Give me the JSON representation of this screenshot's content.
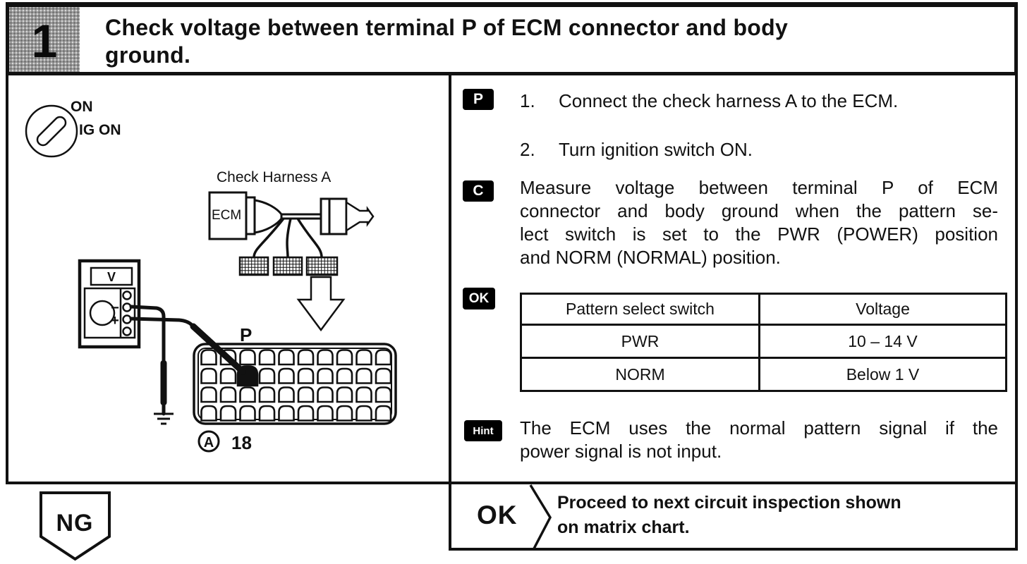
{
  "header": {
    "step_number": "1",
    "title_line1": "Check voltage between terminal P of ECM connector and body",
    "title_line2": "ground."
  },
  "diagram": {
    "ignition": {
      "label_on": "ON",
      "label_ig_on": "IG ON"
    },
    "harness_label": "Check Harness A",
    "ecm_label": "ECM",
    "meter": {
      "display": "V",
      "minus": "−",
      "plus": "+"
    },
    "connector": {
      "terminal_label": "P",
      "connector_id": "A",
      "terminal_number": "18",
      "rows": 4,
      "cols": 10,
      "highlighted": {
        "row": 2,
        "col": 3
      }
    }
  },
  "procedure": {
    "p_badge": "P",
    "steps": [
      {
        "num": "1.",
        "text": "Connect the check harness A to the ECM."
      },
      {
        "num": "2.",
        "text": "Turn ignition switch ON."
      }
    ],
    "c_badge": "C",
    "c_lines": [
      "Measure voltage between terminal P of ECM",
      "connector and body ground when the pattern se-",
      "lect switch is set to the PWR (POWER) position",
      "and NORM (NORMAL) position."
    ],
    "ok_badge": "OK",
    "table": {
      "headers": [
        "Pattern select switch",
        "Voltage"
      ],
      "rows": [
        [
          "PWR",
          "10 – 14 V"
        ],
        [
          "NORM",
          "Below 1 V"
        ]
      ]
    },
    "hint_badge": "Hint",
    "hint_lines": [
      "The ECM uses the normal pattern signal if the",
      "power signal is not input."
    ]
  },
  "footer": {
    "ng_label": "NG",
    "ok_label": "OK",
    "proceed_lines": [
      "Proceed to next circuit inspection shown",
      "on matrix chart."
    ]
  },
  "colors": {
    "ink": "#111111",
    "paper": "#ffffff",
    "badge_bg": "#000000",
    "badge_fg": "#ffffff",
    "step_box_gray": "#9c9c9c"
  }
}
